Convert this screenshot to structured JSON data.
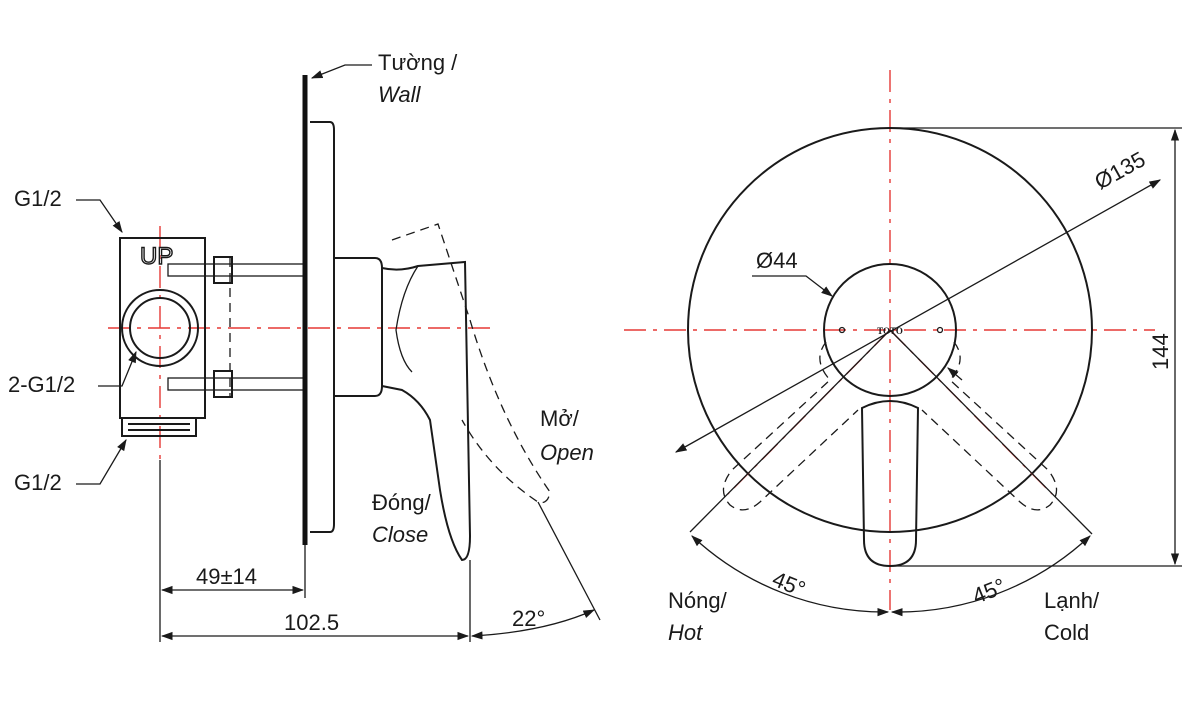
{
  "side_view": {
    "labels": {
      "wall_vi": "Tường /",
      "wall_en": "Wall",
      "port_top": "G1/2",
      "port_side": "2-G1/2",
      "port_bottom": "G1/2",
      "up_mark": "UP",
      "open_vi": "Mở/",
      "open_en": "Open",
      "close_vi": "Đóng/",
      "close_en": "Close"
    },
    "dimensions": {
      "wall_depth": "49±14",
      "total_depth": "102.5",
      "lever_angle": "22°"
    }
  },
  "front_view": {
    "logo": "TOTO",
    "dimensions": {
      "plate_diameter": "Ø135",
      "body_diameter": "Ø44",
      "height": "144",
      "hot_angle": "45°",
      "cold_angle": "45°"
    },
    "labels": {
      "hot_vi": "Nóng/",
      "hot_en": "Hot",
      "cold_vi": "Lạnh/",
      "cold_en": "Cold"
    }
  }
}
